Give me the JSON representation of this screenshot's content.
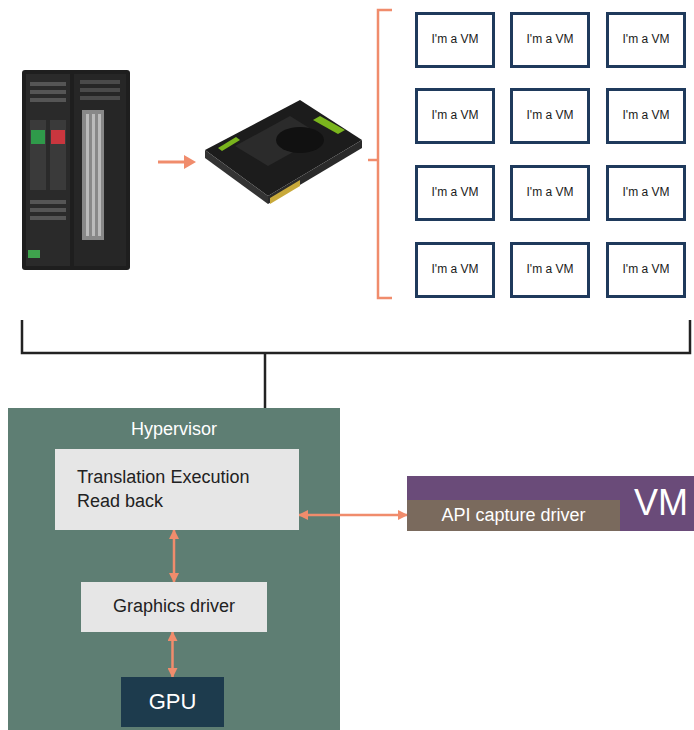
{
  "diagram": {
    "nodes": [
      {
        "text": [
          "I'm a VM"
        ]
      },
      {
        "text": [
          "I'm a VM"
        ]
      },
      {
        "text": [
          "I'm a VM"
        ]
      },
      {
        "text": [
          "I'm a VM"
        ]
      },
      {
        "text": [
          "I'm a VM"
        ]
      },
      {
        "text": [
          "I'm a VM"
        ]
      },
      {
        "text": [
          "I'm a VM"
        ]
      },
      {
        "text": [
          "I'm a VM"
        ]
      },
      {
        "text": [
          "I'm a VM"
        ]
      },
      {
        "text": [
          "I'm a VM"
        ]
      },
      {
        "text": [
          "I'm a VM"
        ]
      },
      {
        "text": [
          "I'm a VM"
        ]
      },
      {
        "text": [
          "Hypervisor"
        ]
      },
      {
        "text": [
          "Translation Execution Read back"
        ],
        "in": 12
      },
      {
        "text": [
          "Graphics driver"
        ],
        "in": 12
      },
      {
        "text": [
          "GPU"
        ],
        "in": 12
      },
      {
        "text": [
          "VM"
        ]
      },
      {
        "text": [
          "API capture driver"
        ],
        "in": 16
      }
    ],
    "edges": [
      {
        "from": 13,
        "to": 17,
        "arrow": "both"
      },
      {
        "from": 13,
        "to": 14,
        "arrow": "both"
      },
      {
        "from": 14,
        "to": 15,
        "arrow": "both"
      }
    ]
  }
}
